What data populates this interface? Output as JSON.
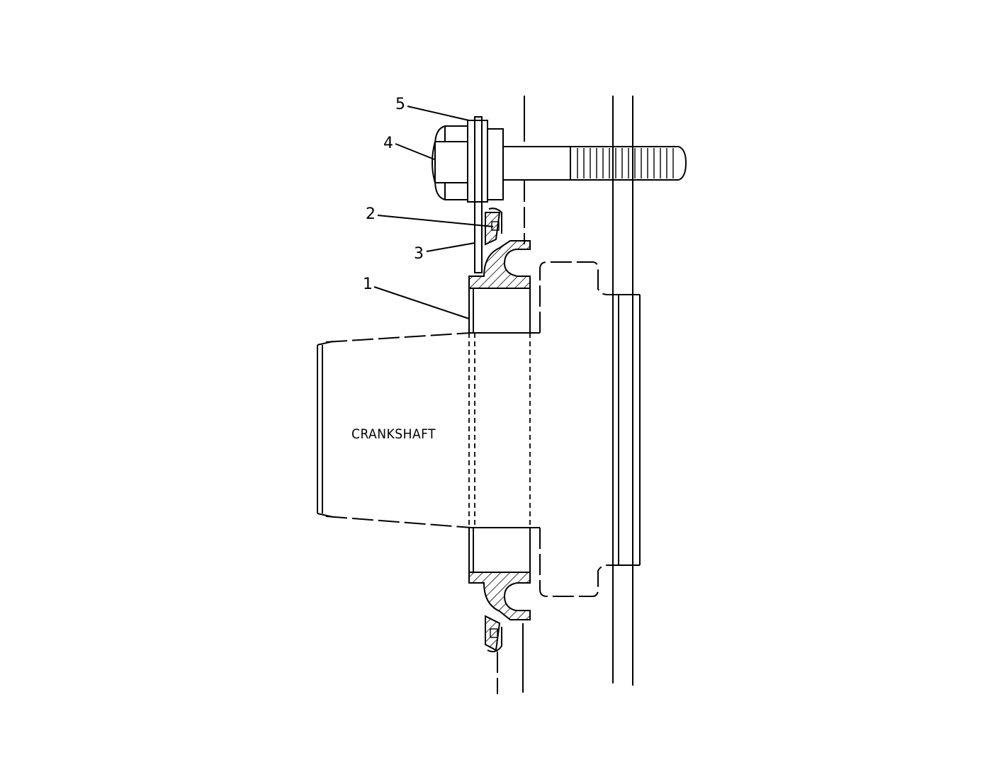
{
  "callouts": [
    {
      "id": "1",
      "text": "1"
    },
    {
      "id": "2",
      "text": "2"
    },
    {
      "id": "3",
      "text": "3"
    },
    {
      "id": "4",
      "text": "4"
    },
    {
      "id": "5",
      "text": "5"
    }
  ],
  "labels": {
    "crankshaft": "CRANKSHAFT"
  }
}
